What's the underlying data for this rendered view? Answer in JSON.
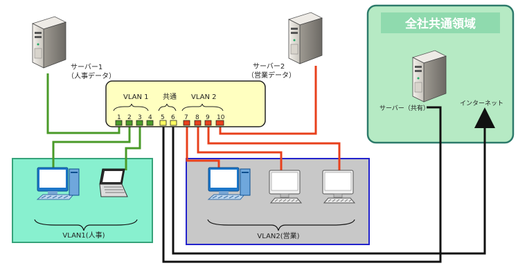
{
  "colors": {
    "green_wire": "#4a9a28",
    "red_wire": "#e8401c",
    "black_wire": "#111111",
    "switch_fill": "#ffffc0",
    "vlan1_area": "#88f0cf",
    "vlan1_border": "#36a37a",
    "vlan2_area": "#c8c8c8",
    "vlan2_border": "#2222cc",
    "common_area": "#b6eac4",
    "common_border": "#2c7a6a",
    "common_title_bg": "#8fdaae"
  },
  "servers": {
    "hr": {
      "name": "サーバー1",
      "sub": "（人事データ）",
      "icon": "server-icon"
    },
    "sales": {
      "name": "サーバー2",
      "sub": "（営業データ）",
      "icon": "server-icon"
    },
    "shared": {
      "name": "サーバー（共有）",
      "icon": "server-icon"
    }
  },
  "switch": {
    "vlan1_label": "VLAN 1",
    "common_label": "共通",
    "vlan2_label": "VLAN 2",
    "ports": [
      "1",
      "2",
      "3",
      "4",
      "5",
      "6",
      "7",
      "8",
      "9",
      "10"
    ]
  },
  "common_area": {
    "title": "全社共通領域",
    "internet": "インターネット"
  },
  "vlan1": {
    "label": "VLAN1(人事)"
  },
  "vlan2": {
    "label": "VLAN2(営業)"
  },
  "icons": [
    "server-icon",
    "desktop-pc-icon",
    "laptop-icon",
    "monitor-icon"
  ]
}
